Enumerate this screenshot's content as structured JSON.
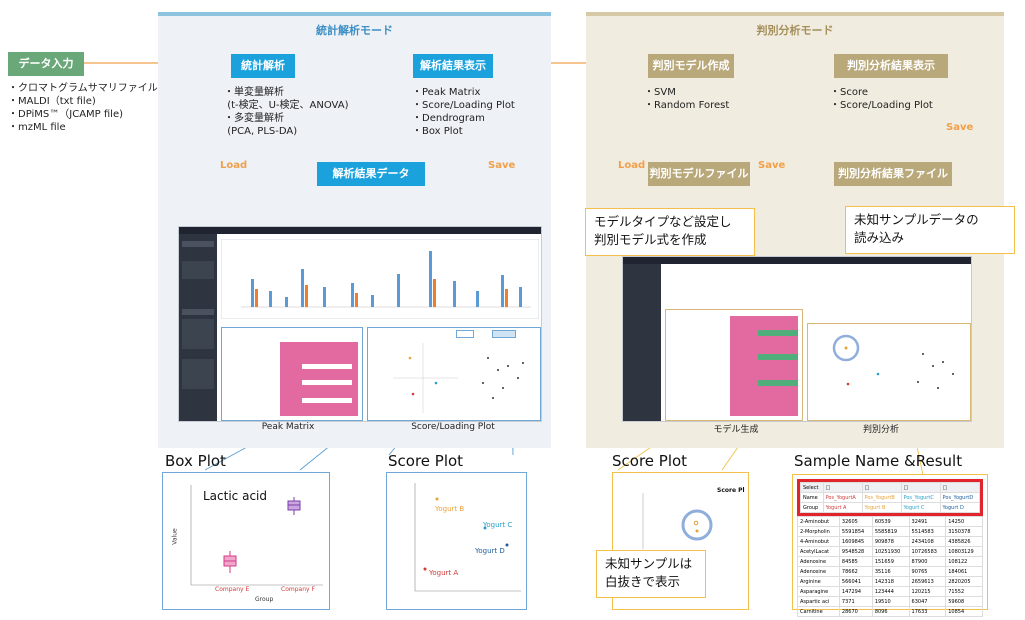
{
  "data_input": {
    "label": "データ入力",
    "files": [
      "クロマトグラムサマリファイル",
      "MALDI（txt file)",
      "DPiMS™（JCAMP file)",
      "mzML file"
    ]
  },
  "stat_mode": {
    "title": "統計解析モード",
    "analysis_box": "統計解析",
    "analysis_items": [
      "単変量解析",
      "(t-検定、U-検定、ANOVA)",
      "多変量解析",
      "(PCA, PLS-DA)"
    ],
    "result_box": "解析結果表示",
    "result_items": [
      "Peak Matrix",
      "Score/Loading Plot",
      "Dendrogram",
      "Box Plot"
    ],
    "data_box": "解析結果データ",
    "load_label": "Load",
    "save_label": "Save",
    "caption_matrix": "Peak Matrix",
    "caption_plot": "Score/Loading Plot"
  },
  "disc_mode": {
    "title": "判別分析モード",
    "model_box": "判別モデル作成",
    "model_items": [
      "SVM",
      "Random Forest"
    ],
    "result_box": "判別分析結果表示",
    "result_items": [
      "Score",
      "Score/Loading Plot"
    ],
    "model_file_box": "判別モデルファイル",
    "result_file_box": "判別分析結果ファイル",
    "load_label": "Load",
    "save_label_1": "Save",
    "save_label_2": "Save",
    "caption_model": "モデル生成",
    "caption_disc": "判別分析"
  },
  "callouts": {
    "model_type": [
      "モデルタイプなど設定し",
      "判別モデル式を作成"
    ],
    "unknown_data": [
      "未知サンプルデータの",
      "読み込み"
    ],
    "unknown_sample": [
      "未知サンプルは",
      "白抜きで表示"
    ]
  },
  "box_plot": {
    "title": "Box Plot",
    "label": "Lactic acid",
    "groups": [
      "Company E",
      "Company F"
    ],
    "xlabel": "Group",
    "ylabel": "Value"
  },
  "score_plot": {
    "title": "Score Plot",
    "points": [
      "Yogurt B",
      "Yogurt C",
      "Yogurt D",
      "Yogurt A"
    ]
  },
  "score_plot_2": {
    "title": "Score Plot",
    "inner_title": "Score Pl"
  },
  "sample_result": {
    "title": "Sample Name &Result",
    "header": [
      "Select",
      "Name",
      "Group"
    ],
    "names": [
      "Pos_YogurtA",
      "Pos_YogurtB",
      "Pos_YogurtC",
      "Pos_YogurtD"
    ],
    "groups": [
      "Yogurt A",
      "Yogurt B",
      "Yogurt C",
      "Yogurt D"
    ],
    "rows": [
      [
        "2-Aminobut",
        "32605",
        "60539",
        "32491",
        "14250"
      ],
      [
        "2-Morpholin",
        "5591854",
        "5585819",
        "5514583",
        "3150378"
      ],
      [
        "4-Aminobut",
        "1609845",
        "909878",
        "2434108",
        "4385826"
      ],
      [
        "AcetylLacat",
        "9548528",
        "10251930",
        "10726583",
        "10803129"
      ],
      [
        "Adenosine",
        "84585",
        "151659",
        "87900",
        "108122"
      ],
      [
        "Adenosine",
        "78662",
        "35116",
        "90765",
        "184061"
      ],
      [
        "Arginine",
        "566041",
        "142318",
        "2659613",
        "2820205"
      ],
      [
        "Asparagine",
        "147294",
        "123444",
        "120215",
        "71552"
      ],
      [
        "Aspartic aci",
        "7371",
        "19510",
        "63047",
        "59608"
      ],
      [
        "Carnitine",
        "28670",
        "8096",
        "17633",
        "10854"
      ]
    ]
  }
}
